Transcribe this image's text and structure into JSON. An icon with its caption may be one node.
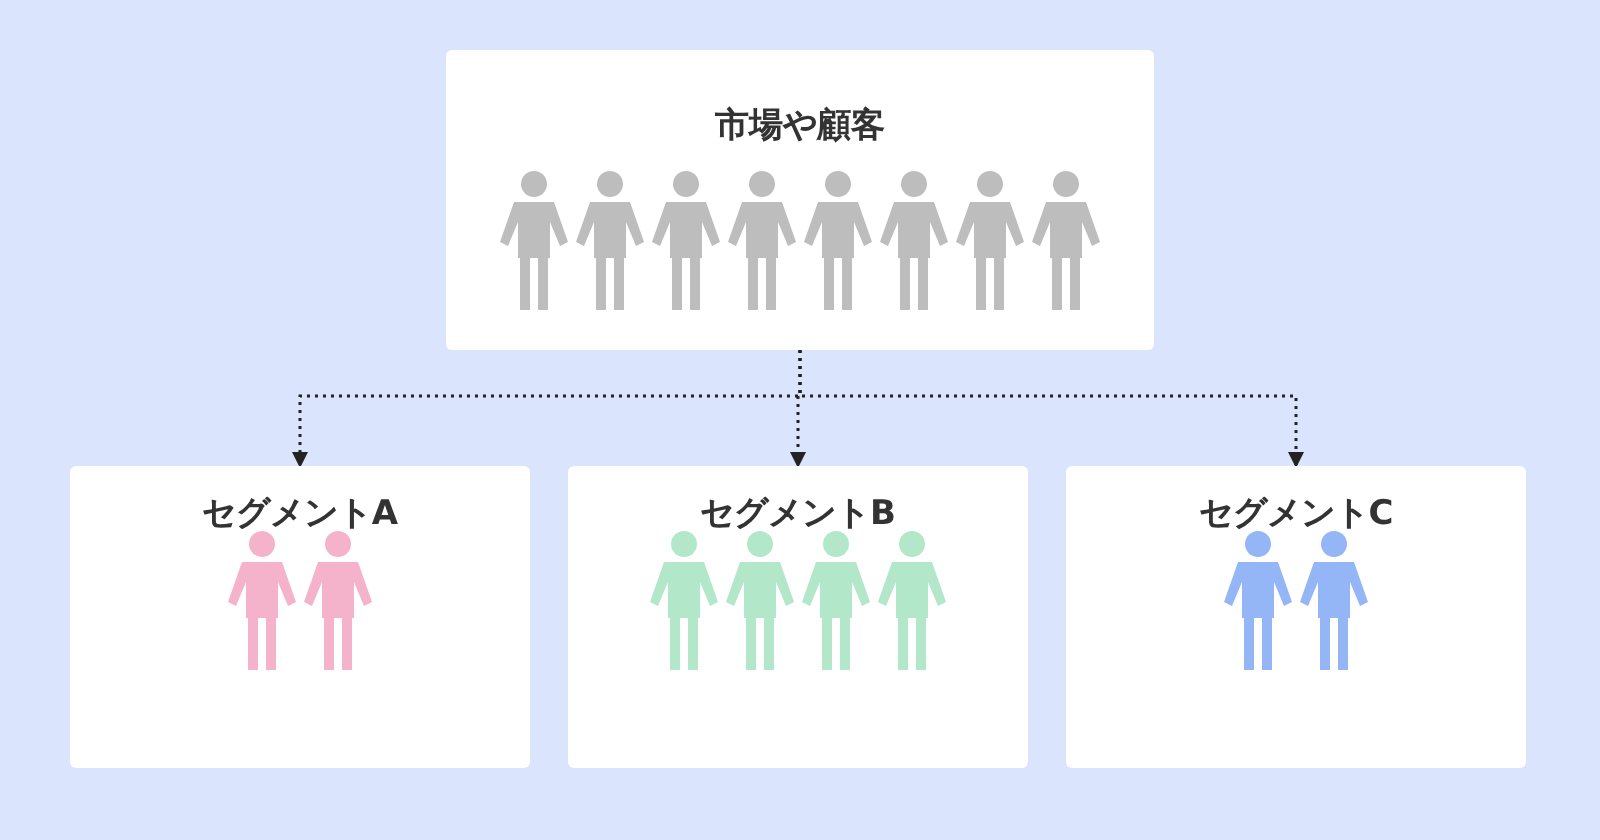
{
  "diagram": {
    "nodes": [
      {
        "text": [
          "市場や顧客"
        ]
      },
      {
        "text": [
          "セグメントA"
        ]
      },
      {
        "text": [
          "セグメントB"
        ]
      },
      {
        "text": [
          "セグメントC"
        ]
      }
    ],
    "edges": [
      {
        "from": 0,
        "to": 1,
        "arrow": "to",
        "style": "dashed"
      },
      {
        "from": 0,
        "to": 2,
        "arrow": "to",
        "style": "dashed"
      },
      {
        "from": 0,
        "to": 3,
        "arrow": "to",
        "style": "dashed"
      }
    ]
  }
}
